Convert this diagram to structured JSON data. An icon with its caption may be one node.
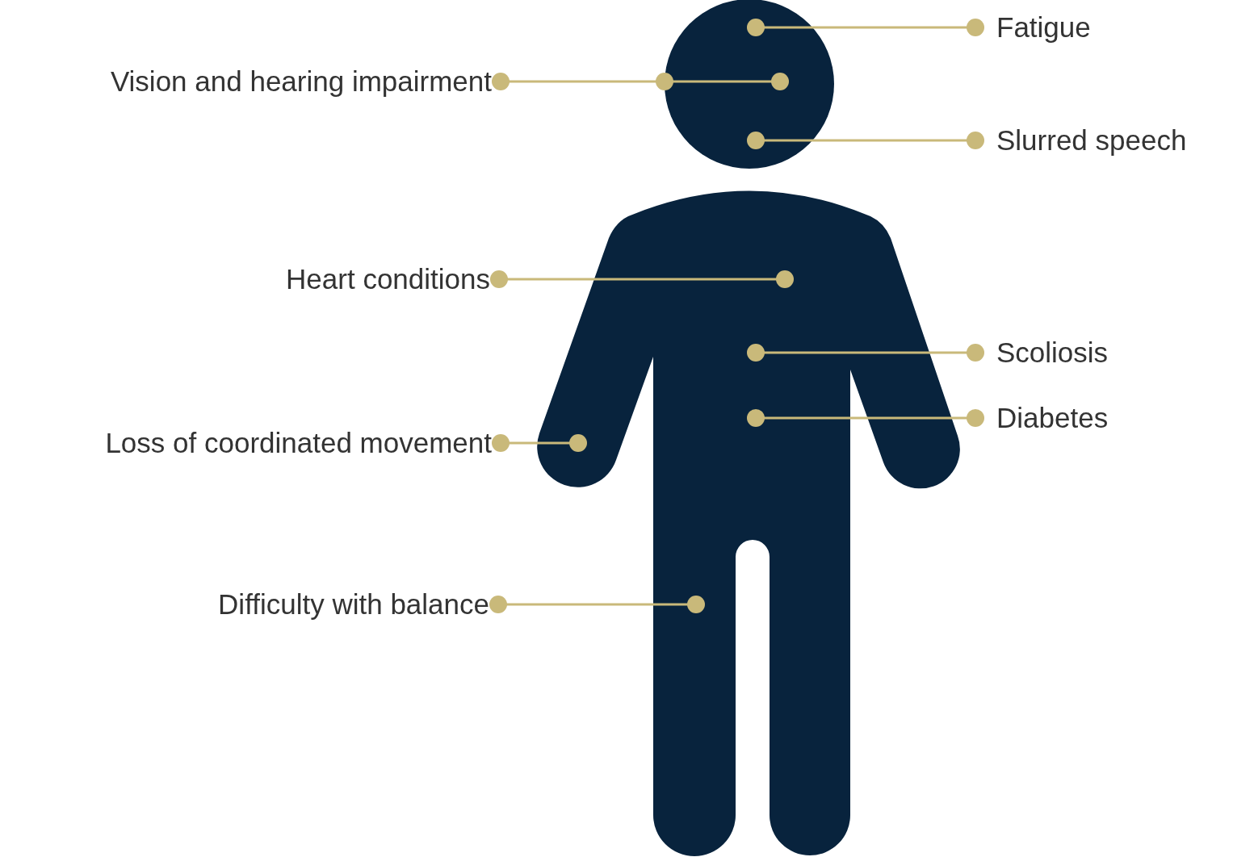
{
  "diagram": {
    "nodes": [
      {
        "text": [
          "Fatigue"
        ]
      },
      {
        "text": [
          "Vision and hearing impairment"
        ]
      },
      {
        "text": [
          "Slurred speech"
        ]
      },
      {
        "text": [
          "Heart conditions"
        ]
      },
      {
        "text": [
          "Scoliosis"
        ]
      },
      {
        "text": [
          "Diabetes"
        ]
      },
      {
        "text": [
          "Loss of coordinated movement"
        ]
      },
      {
        "text": [
          "Difficulty with balance"
        ]
      }
    ],
    "edges": [
      {
        "from": 0,
        "to": null,
        "arrow": "other"
      },
      {
        "from": 1,
        "to": null,
        "arrow": "other"
      },
      {
        "from": 2,
        "to": null,
        "arrow": "other"
      },
      {
        "from": 3,
        "to": null,
        "arrow": "other"
      },
      {
        "from": 4,
        "to": null,
        "arrow": "other"
      },
      {
        "from": 5,
        "to": null,
        "arrow": "other"
      },
      {
        "from": 6,
        "to": null,
        "arrow": "other"
      },
      {
        "from": 7,
        "to": null,
        "arrow": "other"
      }
    ]
  }
}
